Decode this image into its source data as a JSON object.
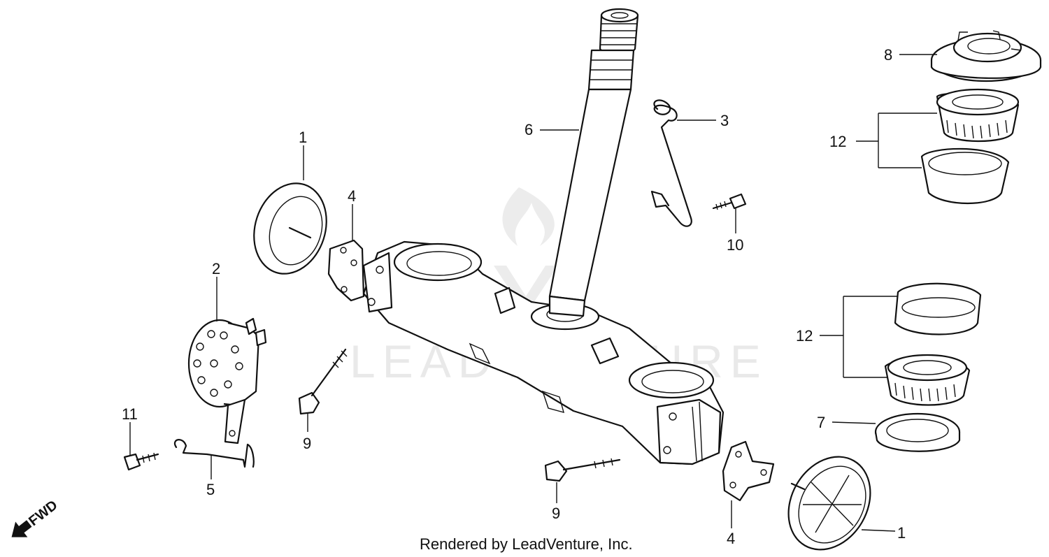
{
  "watermark": "LEADVENTURE",
  "direction_label": "FWD",
  "caption": "Rendered by LeadVenture, Inc.",
  "callouts": [
    {
      "id": "c1a",
      "label": "1"
    },
    {
      "id": "c1b",
      "label": "1"
    },
    {
      "id": "c2",
      "label": "2"
    },
    {
      "id": "c3",
      "label": "3"
    },
    {
      "id": "c4a",
      "label": "4"
    },
    {
      "id": "c4b",
      "label": "4"
    },
    {
      "id": "c5",
      "label": "5"
    },
    {
      "id": "c6",
      "label": "6"
    },
    {
      "id": "c7",
      "label": "7"
    },
    {
      "id": "c8",
      "label": "8"
    },
    {
      "id": "c9a",
      "label": "9"
    },
    {
      "id": "c9b",
      "label": "9"
    },
    {
      "id": "c10",
      "label": "10"
    },
    {
      "id": "c11",
      "label": "11"
    },
    {
      "id": "c12a",
      "label": "12"
    },
    {
      "id": "c12b",
      "label": "12"
    }
  ]
}
